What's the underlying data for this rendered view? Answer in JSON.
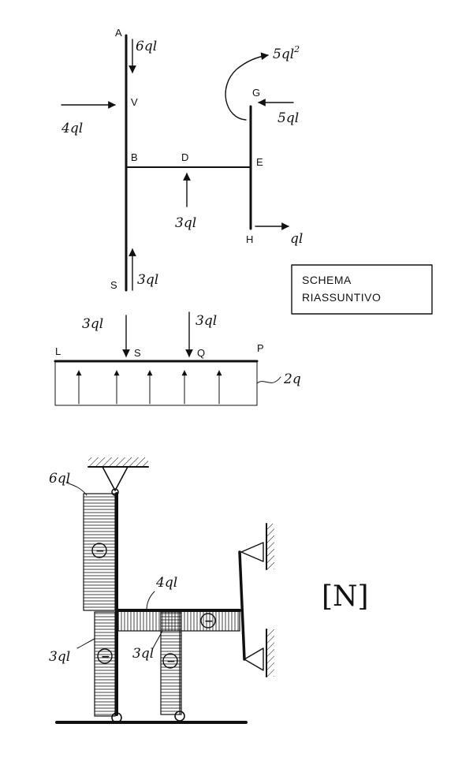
{
  "points": {
    "A": "A",
    "V": "V",
    "B": "B",
    "D": "D",
    "E": "E",
    "G": "G",
    "H": "H",
    "S": "S",
    "L": "L",
    "S2": "S",
    "Q": "Q",
    "P": "P"
  },
  "loads": {
    "a_load": "6ql",
    "v_load": "4ql",
    "moment_base": "5ql",
    "moment_exp": "2",
    "g_load": "5ql",
    "d_load": "3ql",
    "h_load": "ql",
    "s_load": "3ql"
  },
  "schema": {
    "line1": "SCHEMA",
    "line2": "RIASSUNTIVO"
  },
  "beam": {
    "s_load": "3ql",
    "q_load": "3ql",
    "distributed": "2q"
  },
  "normal_diagram": {
    "title": "[N]",
    "top_value": "6ql",
    "beam_value": "4ql",
    "left_bottom_value": "3ql",
    "mid_bottom_value": "3ql",
    "sign_left_upper": "−",
    "sign_left_lower": "−",
    "sign_beam": "−",
    "sign_mid": "−"
  },
  "colors": {
    "ink": "#111111",
    "background": "#ffffff"
  }
}
